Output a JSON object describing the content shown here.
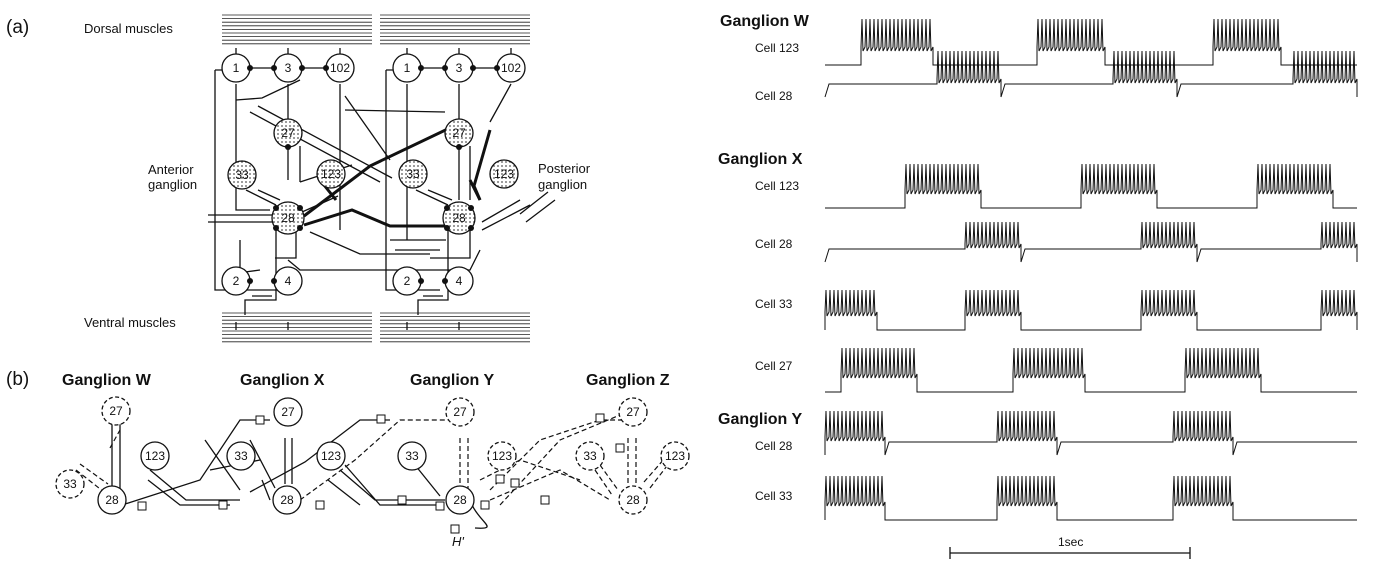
{
  "panel_a": {
    "label": "(a)",
    "dorsal": "Dorsal muscles",
    "ventral": "Ventral muscles",
    "anterior": [
      "Anterior",
      "ganglion"
    ],
    "posterior": [
      "Posterior",
      "ganglion"
    ],
    "neurons": [
      "1",
      "3",
      "102",
      "27",
      "33",
      "123",
      "28",
      "2",
      "4"
    ]
  },
  "panel_b": {
    "label": "(b)",
    "ganglia": [
      "Ganglion W",
      "Ganglion X",
      "Ganglion Y",
      "Ganglion Z"
    ],
    "neurons": [
      "27",
      "33",
      "123",
      "28"
    ],
    "h_label": "H'"
  },
  "traces": {
    "groups": [
      {
        "name": "Ganglion W",
        "cells": [
          "Cell 123",
          "Cell 28"
        ]
      },
      {
        "name": "Ganglion X",
        "cells": [
          "Cell 123",
          "Cell 28",
          "Cell 33",
          "Cell 27"
        ]
      },
      {
        "name": "Ganglion Y",
        "cells": [
          "Cell 28",
          "Cell 33"
        ]
      }
    ],
    "scale_label": "1sec"
  }
}
